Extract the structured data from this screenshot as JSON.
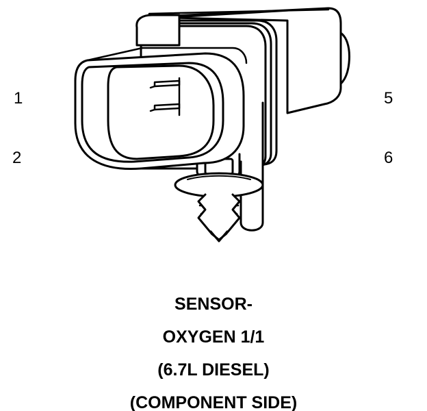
{
  "pins": {
    "left_top": "1",
    "left_bottom": "2",
    "right_top": "5",
    "right_bottom": "6"
  },
  "caption": {
    "line1": "SENSOR-",
    "line2": "OXYGEN 1/1",
    "line3": "(6.7L DIESEL)",
    "line4": "(COMPONENT SIDE)"
  }
}
